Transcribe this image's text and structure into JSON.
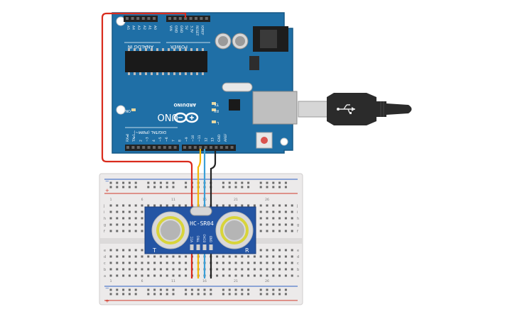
{
  "canvas": {
    "background": "#ffffff"
  },
  "arduino": {
    "brand": "ARDUINO",
    "model": "UNO",
    "analog_header": "ANALOG IN",
    "power_header": "POWER",
    "digital_header": "DIGITAL (PWM~)",
    "analog_pins": [
      "A5",
      "A4",
      "A3",
      "A2",
      "A1",
      "A0"
    ],
    "power_pins": [
      "VIN",
      "GND",
      "GND",
      "5V",
      "3.3V",
      "RESET",
      "IOREF"
    ],
    "digital_pins_left": [
      "AREF",
      "GND",
      "13",
      "12",
      "~11",
      "~10",
      "~9",
      "8"
    ],
    "digital_pins_right": [
      "7",
      "~6",
      "~5",
      "4",
      "~3",
      "2",
      "TX▸1",
      "RX◂0"
    ],
    "led_labels": {
      "tx": "TX",
      "rx": "RX",
      "l": "L",
      "on": "ON"
    },
    "colors": {
      "board": "#1f6fa6",
      "edge": "#165985",
      "header": "#222222"
    }
  },
  "sensor": {
    "name": "HC-SR04",
    "pins": [
      "VCC",
      "TRIG",
      "ECHO",
      "GND"
    ],
    "side_labels": {
      "left": "T",
      "right": "R"
    },
    "colors": {
      "board": "#2455a4",
      "ring": "#d8d43a",
      "mesh": "#b5b5b5"
    }
  },
  "breadboard": {
    "rail_plus": "+",
    "rail_minus": "−",
    "row_letters_top": [
      "j",
      "i",
      "h",
      "g",
      "f"
    ],
    "row_letters_bottom": [
      "e",
      "d",
      "c",
      "b",
      "a"
    ],
    "column_count": 30,
    "colors": {
      "body": "#eceaea",
      "rail_red": "#d0392b",
      "rail_blue": "#2a5fc1"
    }
  },
  "wires": {
    "colors": {
      "vcc": "#d92b1c",
      "trig": "#f2b705",
      "echo": "#3aa0d8",
      "gnd": "#222222"
    }
  },
  "usb_cable": {
    "colors": {
      "plug": "#c9c9c9",
      "housing": "#2b2b2b"
    }
  }
}
